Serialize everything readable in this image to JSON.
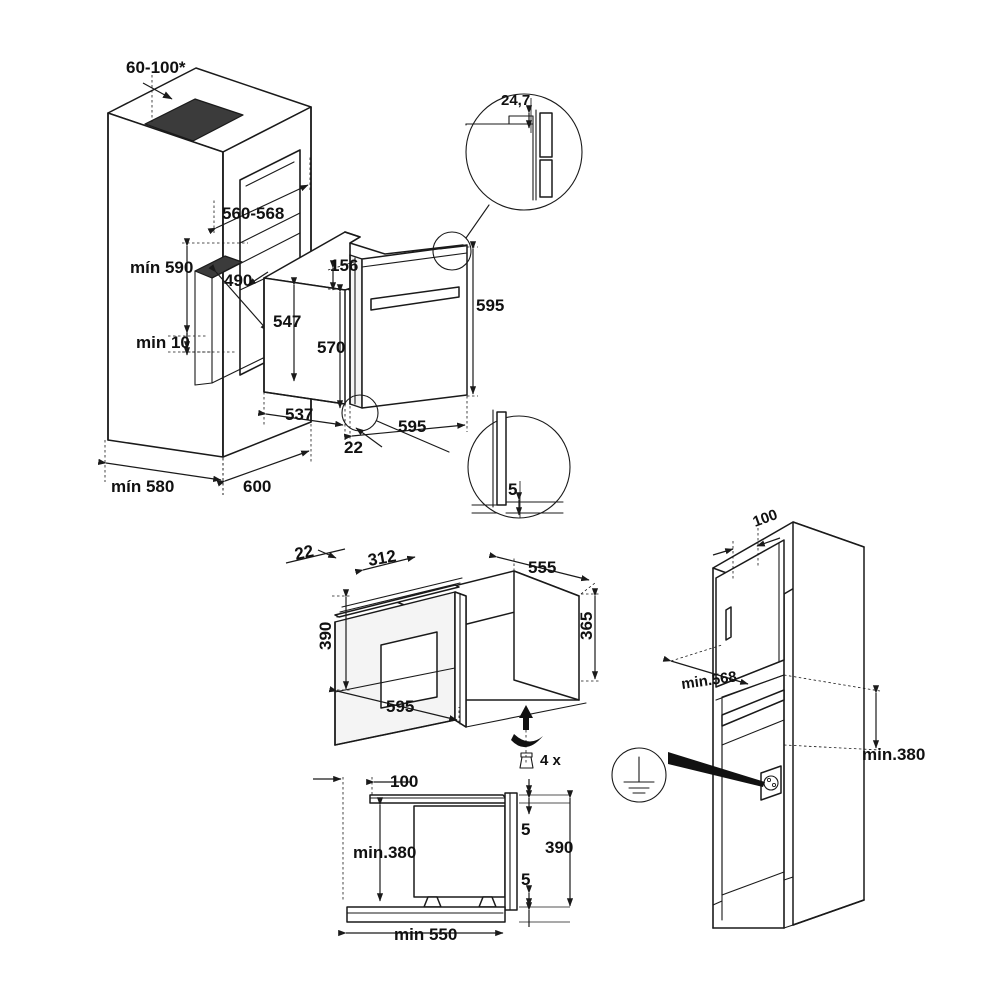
{
  "drawing": {
    "title": "Built-in oven installation dimensions",
    "units": "mm",
    "background_color": "#ffffff",
    "line_color": "#1a1a1a",
    "fill_dark_color": "#3b3b3b",
    "fill_light_color": "#f2f2f2"
  },
  "views": {
    "top_left_cabinet": {
      "name": "Tall cabinet niche with oven, isometric",
      "labels": {
        "vent_top": "60-100*",
        "niche_width": "560-568",
        "niche_height": "mín 590",
        "niche_depth": "490",
        "bottom_gap": "min 10",
        "cabinet_depth_min": "mín 580",
        "cabinet_depth": "600"
      }
    },
    "oven_body": {
      "name": "Oven body isometric with dimensions",
      "labels": {
        "front_panel_height": "156",
        "body_height": "547",
        "inner_height": "570",
        "front_height": "595",
        "body_depth": "537",
        "front_width": "595",
        "door_gap": "22"
      }
    },
    "detail_top": {
      "name": "Detail callout upper: trim thickness",
      "labels": {
        "value": "24,7"
      }
    },
    "detail_bottom": {
      "name": "Detail callout lower: base clearance",
      "labels": {
        "value": "5"
      }
    },
    "compact_oven": {
      "name": "Compact oven isometric, front and depth dimensions",
      "labels": {
        "door_gap": "22",
        "depth_top": "312",
        "depth_body": "555",
        "front_height": "390",
        "body_height": "365",
        "front_width": "595",
        "fixing_screws": "4 x"
      }
    },
    "compact_oven_side": {
      "name": "Compact oven side section with niche clearances",
      "labels": {
        "top_overhang": "100",
        "niche_height_min": "min.380",
        "gap_top": "5",
        "gap_bottom": "5",
        "total_height": "390",
        "niche_depth_min": "min 550"
      }
    },
    "tall_cabinet_right": {
      "name": "Tall cabinet with socket position, isometric",
      "labels": {
        "top_offset": "100",
        "niche_width_min": "min.568",
        "niche_height_min": "min.380"
      },
      "symbols": {
        "earth": "earth-ground-symbol",
        "socket": "power-socket"
      }
    }
  },
  "annotations": {
    "footnote_marker": "*",
    "screw_count": "4 x"
  }
}
